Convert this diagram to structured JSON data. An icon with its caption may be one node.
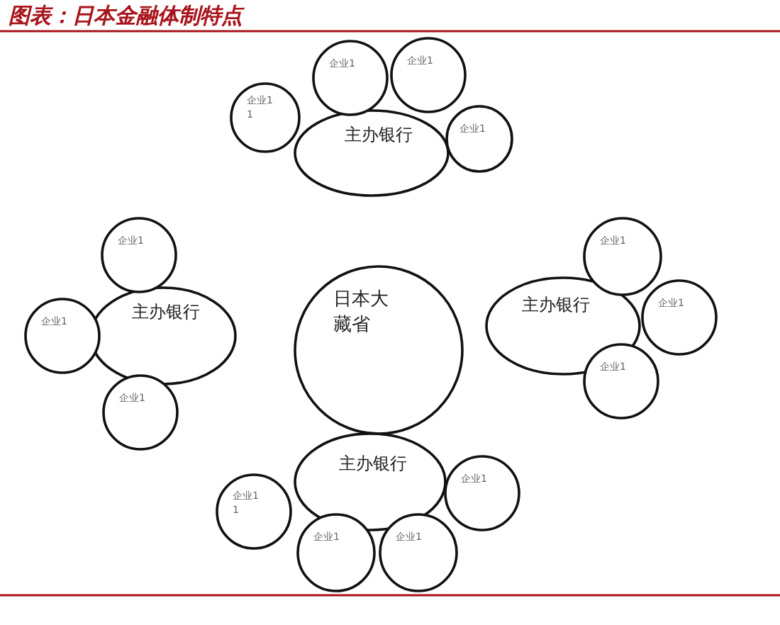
{
  "diagram": {
    "title": "图表：日本金融体制特点",
    "nodes": [
      {
        "text": [
          "主办银行"
        ]
      },
      {
        "text": [
          "企业11"
        ]
      },
      {
        "text": [
          "企业1"
        ]
      },
      {
        "text": [
          "企业1"
        ]
      },
      {
        "text": [
          "企业1"
        ]
      },
      {
        "text": [
          "主办银行"
        ]
      },
      {
        "text": [
          "企业1"
        ]
      },
      {
        "text": [
          "企业1"
        ]
      },
      {
        "text": [
          "企业1"
        ]
      },
      {
        "text": [
          "日本大藏省"
        ]
      },
      {
        "text": [
          "主办银行"
        ]
      },
      {
        "text": [
          "企业1"
        ]
      },
      {
        "text": [
          "企业1"
        ]
      },
      {
        "text": [
          "企业1"
        ]
      },
      {
        "text": [
          "主办银行"
        ]
      },
      {
        "text": [
          "企业11"
        ]
      },
      {
        "text": [
          "企业1"
        ]
      },
      {
        "text": [
          "企业1"
        ]
      },
      {
        "text": [
          "企业1"
        ]
      }
    ]
  }
}
